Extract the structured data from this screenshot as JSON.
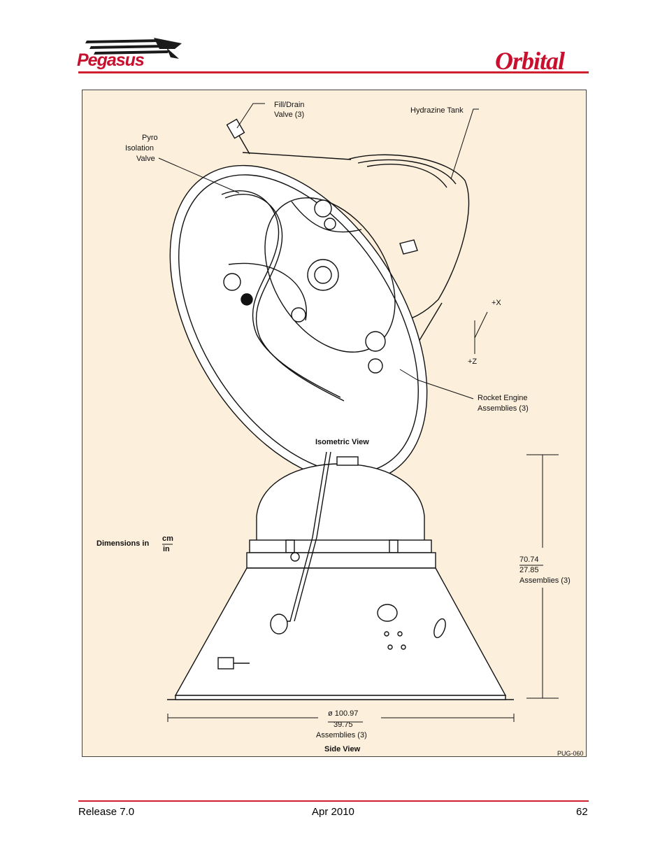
{
  "header": {
    "left_logo_text": "Pegasus",
    "right_logo_text": "Orbital",
    "accent_color": "#d0202e"
  },
  "figure": {
    "labels": {
      "fill_drain_1": "Fill/Drain",
      "fill_drain_2": "Valve (3)",
      "hydrazine": "Hydrazine Tank",
      "pyro_1": "Pyro",
      "pyro_2": "Isolation",
      "pyro_3": "Valve",
      "plus_x": "+X",
      "plus_z": "+Z",
      "rocket_1": "Rocket Engine",
      "rocket_2": "Assemblies (3)",
      "iso_view": "Isometric View",
      "dims_in": "Dimensions in",
      "dims_cm": "cm",
      "dims_inch": "in",
      "height_cm": "70.74",
      "height_in": "27.85",
      "height_note": "Assemblies (3)",
      "diam_cm": "ø 100.97",
      "diam_in": "39.75",
      "diam_note": "Assemblies (3)",
      "side_view": "Side View",
      "fig_id": "PUG-060"
    },
    "background_color": "#fcefdc"
  },
  "footer": {
    "release": "Release 7.0",
    "date": "Apr 2010",
    "page": "62"
  }
}
